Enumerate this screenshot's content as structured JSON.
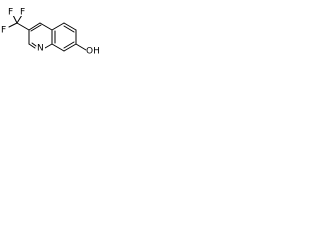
{
  "structure": {
    "atoms": {
      "f_top_left": "F",
      "f_top_right": "F",
      "f_left": "F",
      "nitrogen": "N",
      "hydroxyl": "OH"
    },
    "colors": {
      "bond": "#000000",
      "text": "#000000",
      "background": "#ffffff"
    }
  }
}
